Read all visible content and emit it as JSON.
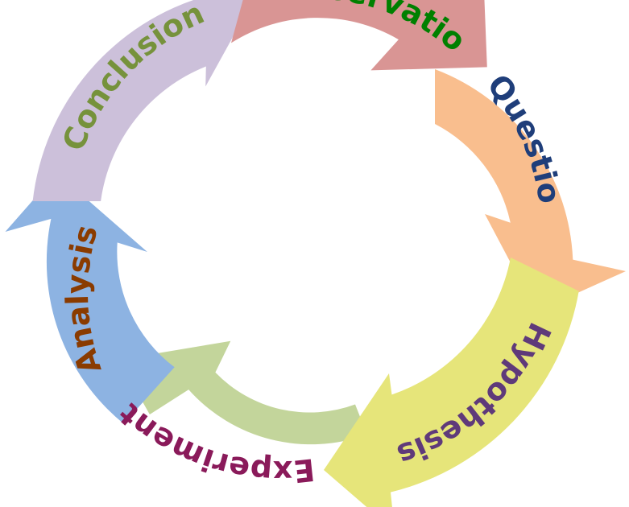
{
  "diagram": {
    "stages": [
      {
        "key": "observation",
        "label": "Observation",
        "fill": "#d99594",
        "text_color": "#008000"
      },
      {
        "key": "question",
        "label": "Question",
        "fill": "#f9be8e",
        "text_color": "#1f3e7a"
      },
      {
        "key": "hypothesis",
        "label": "Hypothesis",
        "fill": "#e6e57a",
        "text_color": "#5f3a7a"
      },
      {
        "key": "experiment",
        "label": "Experiment",
        "fill": "#c3d59b",
        "text_color": "#8a1a5a"
      },
      {
        "key": "analysis",
        "label": "Analysis",
        "fill": "#8db3e2",
        "text_color": "#8a3b00"
      },
      {
        "key": "conclusion",
        "label": "Conclusion",
        "fill": "#ccc0da",
        "text_color": "#76923c"
      }
    ]
  }
}
